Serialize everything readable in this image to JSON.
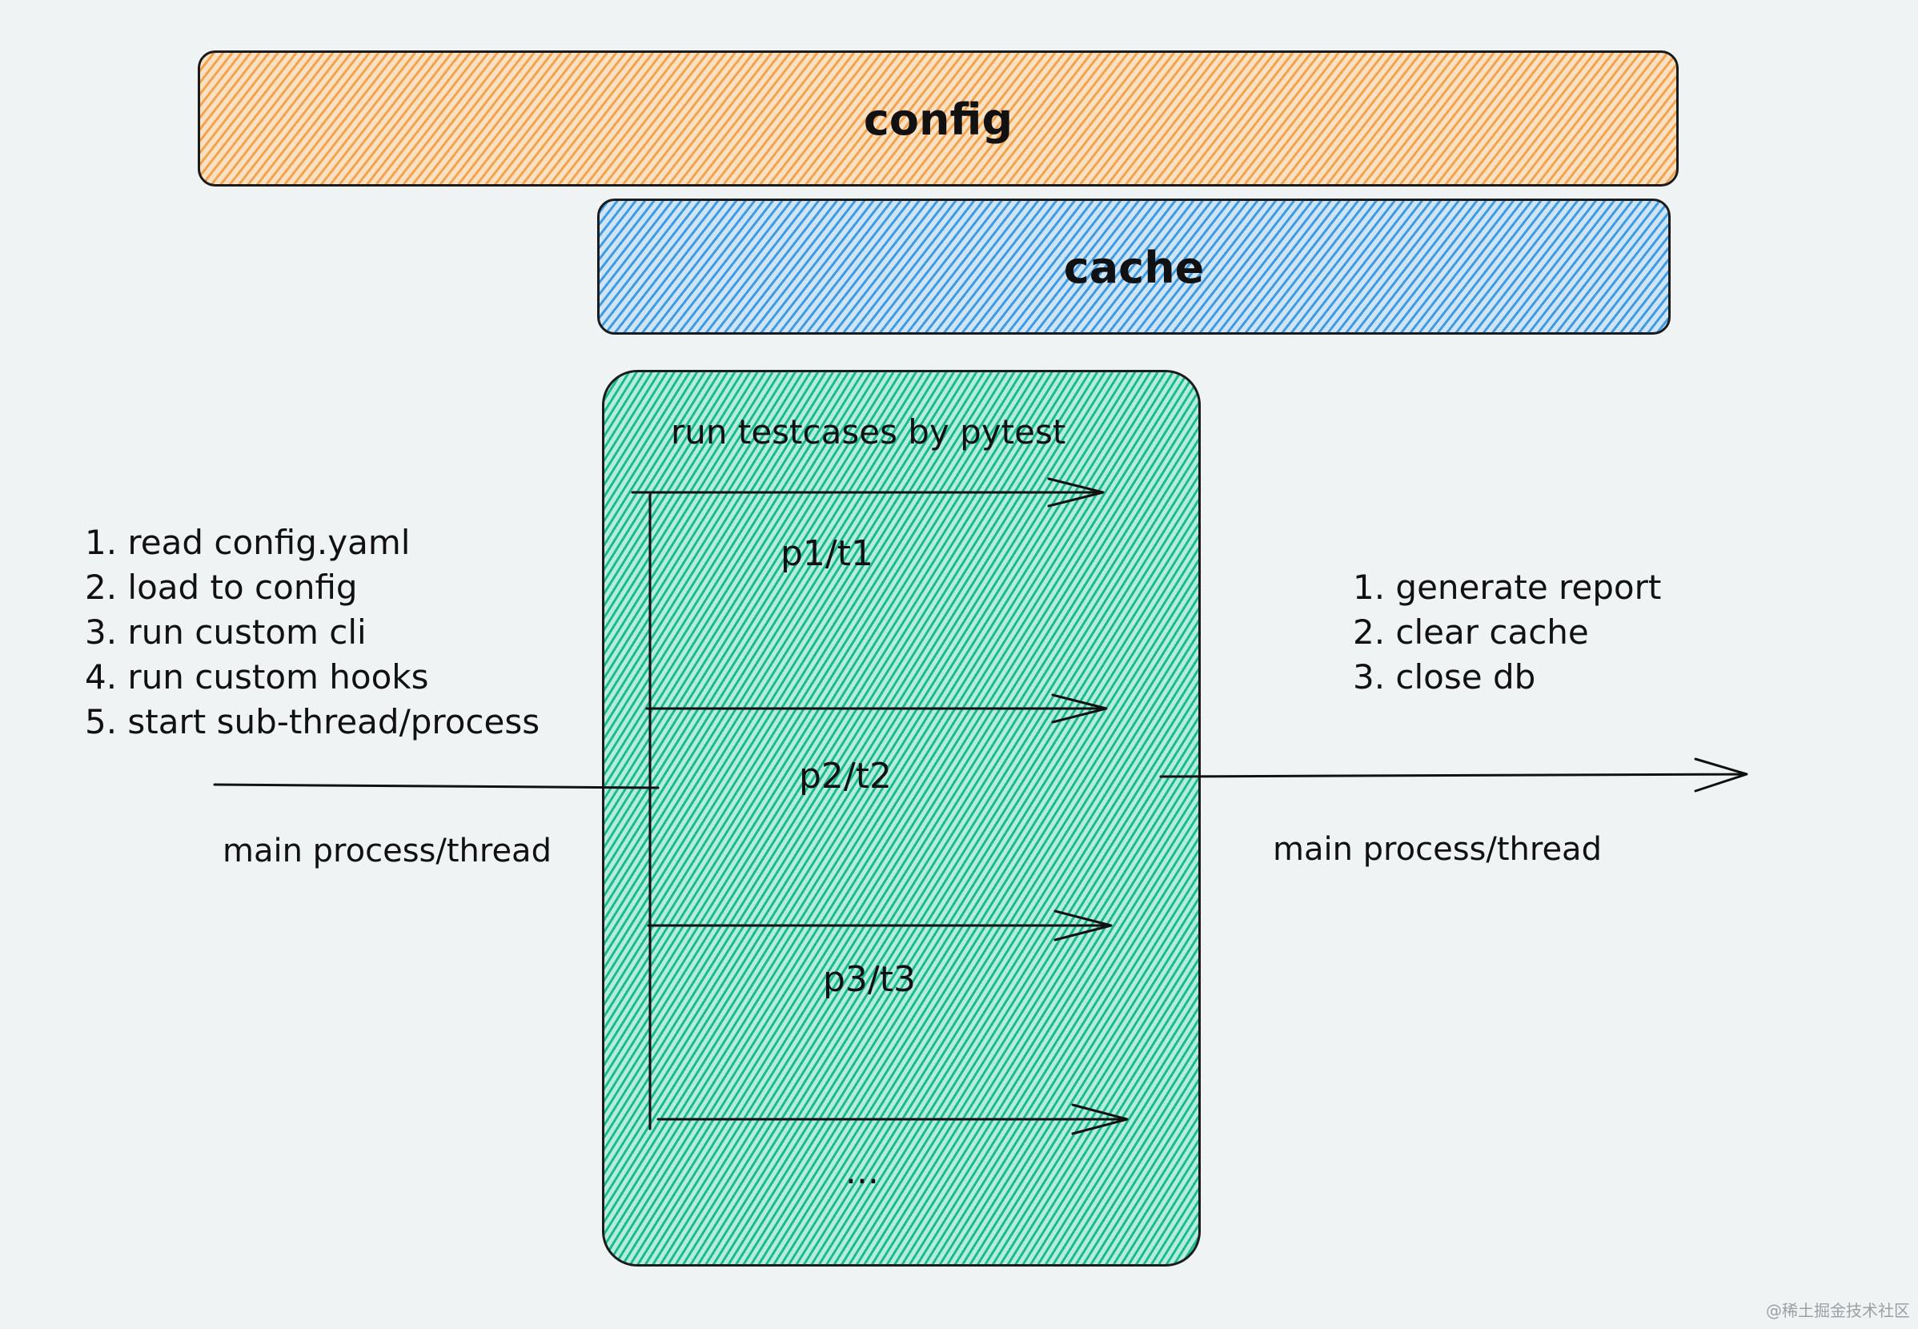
{
  "config": {
    "label": "config"
  },
  "cache": {
    "label": "cache"
  },
  "pytest": {
    "title": "run testcases by pytest",
    "lanes": [
      "p1/t1",
      "p2/t2",
      "p3/t3",
      "..."
    ]
  },
  "before_steps": [
    "1. read config.yaml",
    "2. load to config",
    "3. run custom cli",
    "4. run custom hooks",
    "5. start sub-thread/process"
  ],
  "after_steps": [
    "1. generate report",
    "2. clear cache",
    "3. close db"
  ],
  "left_caption": "main process/thread",
  "right_caption": "main process/thread",
  "watermark": "@稀土掘金技术社区",
  "colors": {
    "config": "#f4a24c",
    "cache": "#3d9be6",
    "pytest": "#19bc8f",
    "background": "#eff3f4"
  }
}
